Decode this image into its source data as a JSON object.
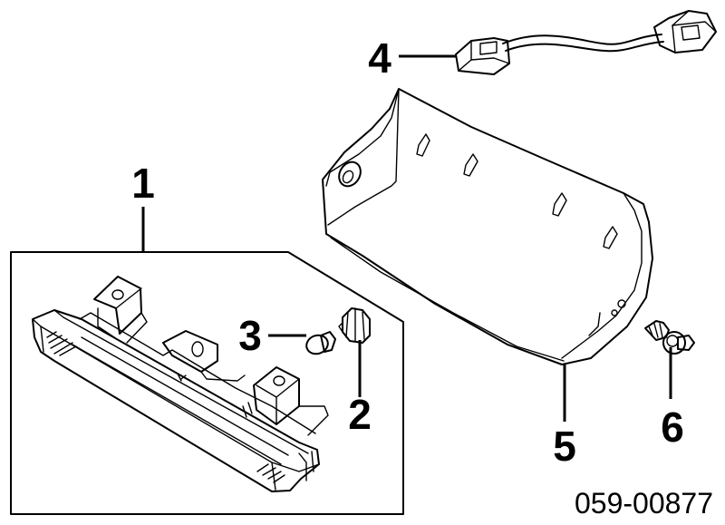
{
  "diagram": {
    "callouts": {
      "c1": "1",
      "c2": "2",
      "c3": "3",
      "c4": "4",
      "c5": "5",
      "c6": "6"
    },
    "part_number": "059-00877"
  }
}
